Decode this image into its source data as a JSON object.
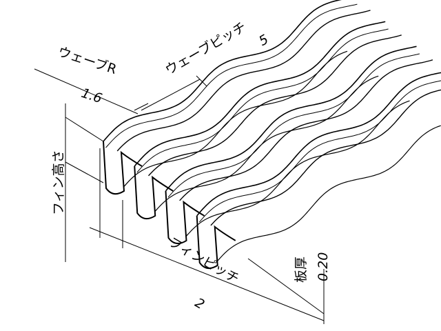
{
  "labels": {
    "wave_r": {
      "title": "ウェーブR",
      "value": "1.6"
    },
    "wave_pitch": {
      "title": "ウェーブピッチ",
      "value": "5"
    },
    "fin_height": {
      "title": "フィン高さ"
    },
    "fin_pitch": {
      "title": "フィンピッチ",
      "value": "2"
    },
    "thickness": {
      "title": "板厚",
      "value": "0.20"
    }
  },
  "fin_count": 4,
  "colors": {
    "line": "#000000",
    "background": "#ffffff"
  }
}
